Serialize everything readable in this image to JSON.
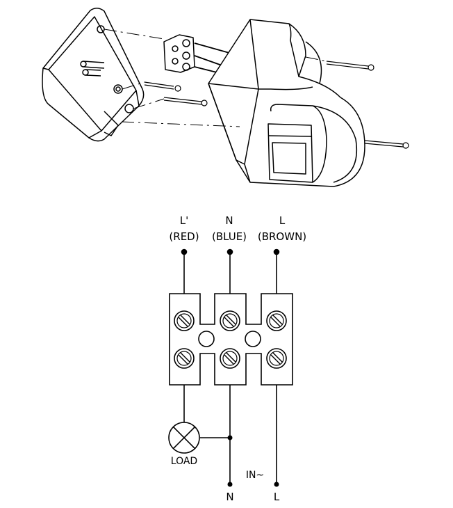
{
  "wires": {
    "left": {
      "terminal": "L'",
      "color": "(RED)"
    },
    "middle": {
      "terminal": "N",
      "color": "(BLUE)"
    },
    "right": {
      "terminal": "L",
      "color": "(BROWN)"
    }
  },
  "load_label": "LOAD",
  "input_label": "IN~",
  "bottom_left_label": "N",
  "bottom_right_label": "L"
}
